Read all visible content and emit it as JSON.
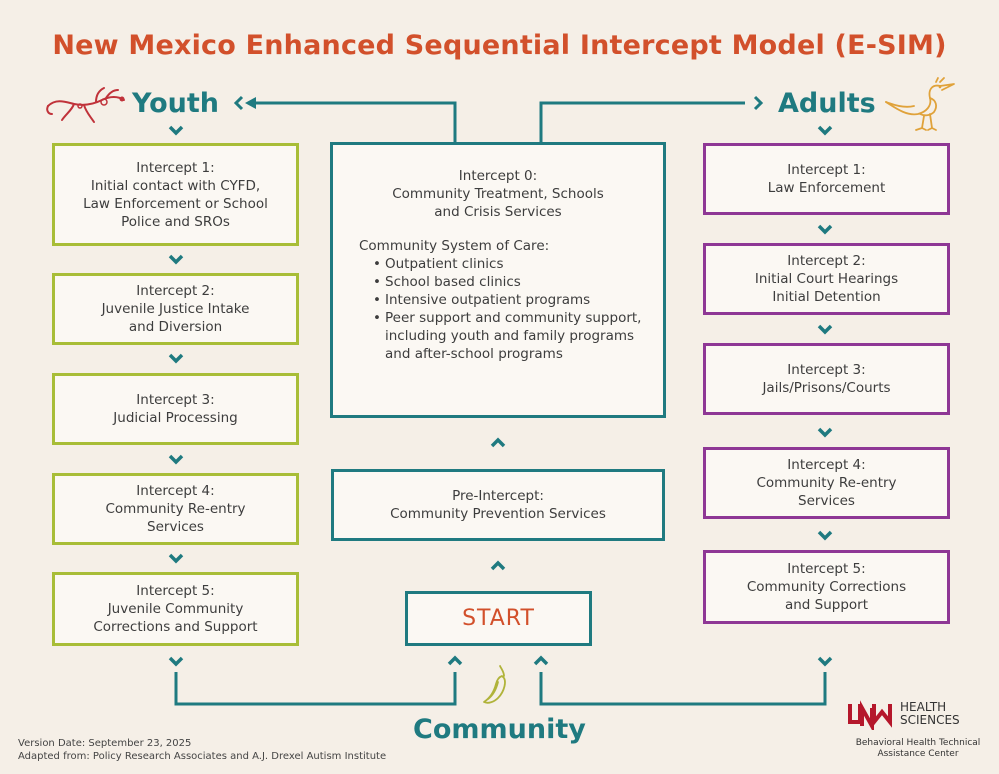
{
  "title": "New Mexico Enhanced Sequential Intercept Model (E-SIM)",
  "headings": {
    "youth": "Youth",
    "adults": "Adults",
    "community": "Community"
  },
  "youth": [
    {
      "title": "Intercept 1:",
      "lines": [
        "Initial contact with CYFD,",
        "Law Enforcement or School",
        "Police and SROs"
      ]
    },
    {
      "title": "Intercept 2:",
      "lines": [
        "Juvenile Justice Intake",
        "and Diversion"
      ]
    },
    {
      "title": "Intercept 3:",
      "lines": [
        "Judicial Processing"
      ]
    },
    {
      "title": "Intercept 4:",
      "lines": [
        "Community Re-entry",
        "Services"
      ]
    },
    {
      "title": "Intercept 5:",
      "lines": [
        "Juvenile Community",
        "Corrections and Support"
      ]
    }
  ],
  "adults": [
    {
      "title": "Intercept 1:",
      "lines": [
        "Law Enforcement"
      ]
    },
    {
      "title": "Intercept 2:",
      "lines": [
        "Initial Court Hearings",
        "Initial Detention"
      ]
    },
    {
      "title": "Intercept 3:",
      "lines": [
        "Jails/Prisons/Courts"
      ]
    },
    {
      "title": "Intercept 4:",
      "lines": [
        "Community Re-entry",
        "Services"
      ]
    },
    {
      "title": "Intercept 5:",
      "lines": [
        "Community Corrections",
        "and Support"
      ]
    }
  ],
  "intercept0": {
    "title": "Intercept 0:",
    "lines": [
      "Community Treatment, Schools",
      "and Crisis Services"
    ],
    "care_title": "Community System of Care:",
    "bullets": [
      "Outpatient clinics",
      "School based clinics",
      "Intensive outpatient programs",
      "Peer support and community support, including youth and family programs and after-school programs"
    ]
  },
  "pre_intercept": {
    "title": "Pre-Intercept:",
    "lines": [
      "Community Prevention Services"
    ]
  },
  "start": "START",
  "footer": {
    "version": "Version Date: September 23, 2025",
    "adapted": "Adapted from: Policy Research Associates and A.J. Drexel Autism Institute"
  },
  "logo": {
    "mark": "UNM",
    "line1": "HEALTH",
    "line2": "SCIENCES",
    "sub1": "Behavioral Health Technical",
    "sub2": "Assistance Center"
  },
  "colors": {
    "title": "#d2502b",
    "teal": "#1f7a80",
    "youth_border": "#a8bd37",
    "adult_border": "#8e3795",
    "background": "#f5efe7"
  },
  "icons": [
    "lizard-icon",
    "roadrunner-icon",
    "chile-pepper-icon"
  ]
}
